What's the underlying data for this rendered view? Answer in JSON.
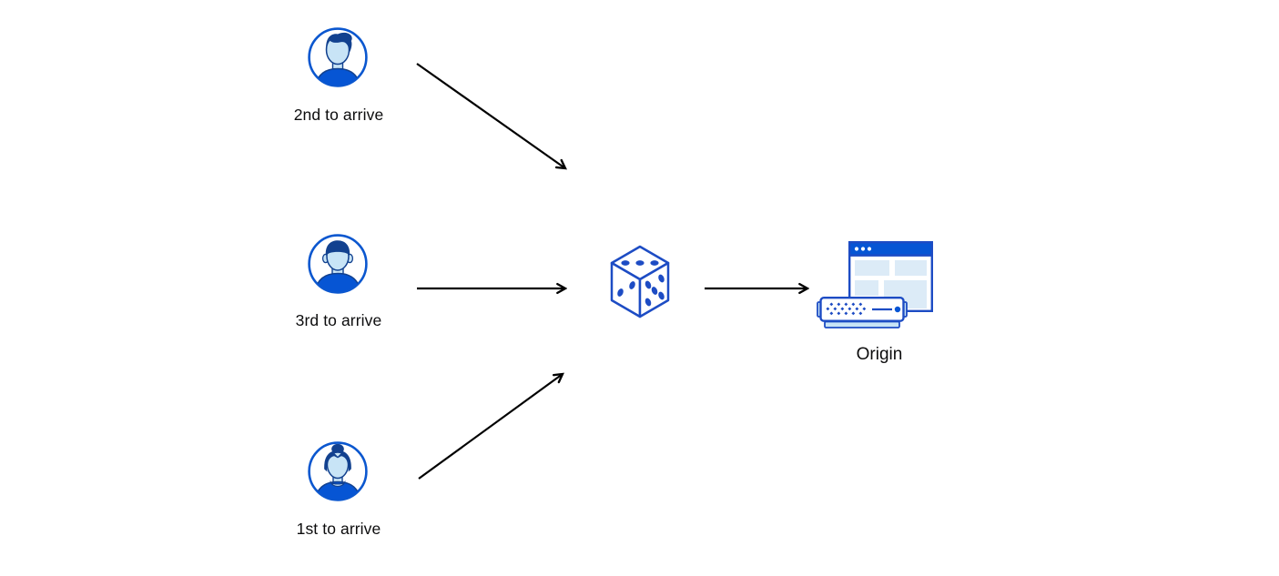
{
  "diagram": {
    "title": "random-steering-to-origin-diagram",
    "background": "#ffffff",
    "palette": {
      "fill_blue": "#0655d4",
      "stroke_blue": "#1d4cc4",
      "navy": "#12418f",
      "sky_light_blue": "#c8e4f6",
      "pale_panel_blue": "#dcebf7",
      "arrow_black": "#000000",
      "text_black": "#0c0c0d",
      "white": "#ffffff"
    },
    "users": [
      {
        "label": "2nd to arrive",
        "icon": "user-male-swept-hair-avatar-icon",
        "position": "top"
      },
      {
        "label": "3rd to arrive",
        "icon": "user-male-flat-hair-avatar-icon",
        "position": "middle"
      },
      {
        "label": "1st to arrive",
        "icon": "user-female-bun-avatar-icon",
        "position": "bottom"
      }
    ],
    "router": {
      "icon": "dice-icon"
    },
    "origin": {
      "label": "Origin",
      "icons": [
        "browser-window-icon",
        "server-icon"
      ]
    },
    "arrows": [
      {
        "from": "user-2nd-to-arrive",
        "to": "dice"
      },
      {
        "from": "user-3rd-to-arrive",
        "to": "dice"
      },
      {
        "from": "user-1st-to-arrive",
        "to": "dice"
      },
      {
        "from": "dice",
        "to": "origin"
      }
    ]
  }
}
